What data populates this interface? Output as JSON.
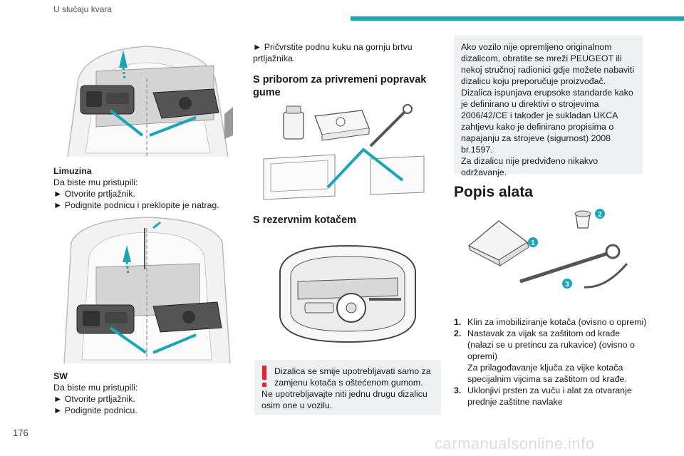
{
  "header": {
    "title": "U slučaju kvara"
  },
  "page_number": "176",
  "watermark": "carmanualsonline.info",
  "limuzina": {
    "title": "Limuzina",
    "intro": "Da biste mu pristupili:",
    "steps": [
      "► Otvorite prtljažnik.",
      "► Podignite podnicu i preklopite je natrag."
    ]
  },
  "sw": {
    "title": "SW",
    "intro": "Da biste mu pristupili:",
    "steps": [
      "► Otvorite prtljažnik.",
      "► Podignite podnicu."
    ]
  },
  "col2": {
    "step": "► Pričvrstite podnu kuku na gornju brtvu prtljažnika.",
    "heading1": "S priborom za privremeni popravak gume",
    "heading2": "S rezervnim kotačem",
    "warning": "Dizalica se smije upotrebljavati samo za zamjenu kotača s oštećenom gumom.",
    "warning_extra": "Ne upotrebljavajte niti jednu drugu dizalicu osim one u vozilu."
  },
  "col3": {
    "note_lines": [
      "Ako vozilo nije opremljeno originalnom dizalicom, obratite se mreži PEUGEOT ili nekoj stručnoj radionici gdje možete nabaviti dizalicu koju preporučuje proizvođač.",
      "Dizalica ispunjava erupsoke standarde kako je definirano u direktivi o strojevima 2006/42/CE i također je sukladan UKCA zahtjevu kako je definirano propisima o napajanju za strojeve (sigurnost) 2008 br.1597.",
      "Za dizalicu nije predviđeno nikakvo održavanje."
    ],
    "heading": "Popis alata",
    "callouts": [
      "1",
      "2",
      "3"
    ],
    "items": [
      {
        "num": "1.",
        "text": "Klin za imobiliziranje kotača (ovisno o opremi)"
      },
      {
        "num": "2.",
        "text": "Nastavak za vijak sa zaštitom od krađe (nalazi se u pretincu za rukavice) (ovisno o opremi)",
        "extra": "Za prilagođavanje ključa za vijke kotača specijalnim vijcima sa zaštitom od krađe."
      },
      {
        "num": "3.",
        "text": "Uklonjivi prsten za vuču i alat za otvaranje prednje zaštitne navlake"
      }
    ]
  },
  "colors": {
    "accent": "#1aa6b4",
    "warning": "#e2242e",
    "note_bg": "#eef0f1"
  }
}
